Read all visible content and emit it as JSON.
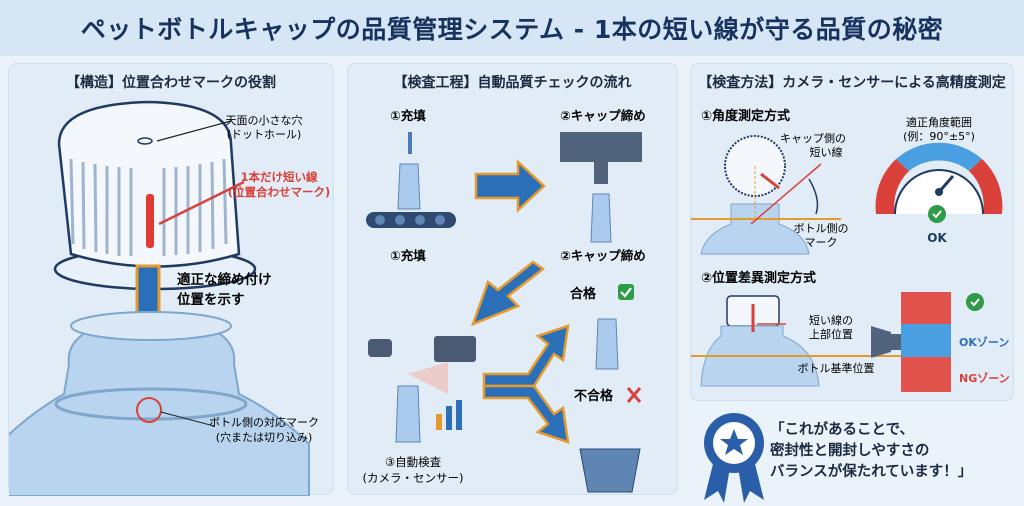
{
  "title": "ペットボトルキャップの品質管理システム - 1本の短い線が守る品質の秘密",
  "structure": {
    "heading": "【構造】位置合わせマークの役割",
    "top_hole_1": "天面の小さな穴",
    "top_hole_2": "(ドットホール)",
    "short_line_1": "1本だけ短い線",
    "short_line_2": "(位置合わせマーク)",
    "indicate_1": "適正な締め付け",
    "indicate_2": "位置を示す",
    "bottle_mark_1": "ボトル側の対応マーク",
    "bottle_mark_2": "(穴または切り込み)"
  },
  "process": {
    "heading": "【検査工程】自動品質チェックの流れ",
    "step1_top": "①充填",
    "step2_top": "②キャップ締め",
    "step1_bottom": "①充填",
    "step2_bottom": "②キャップ締め",
    "step3_1": "③自動検査",
    "step3_2": "(カメラ・センサー)",
    "pass": "合格",
    "fail": "不合格"
  },
  "method": {
    "heading": "【検査方法】カメラ・センサーによる高精度測定",
    "angle_title": "①角度測定方式",
    "cap_line_1": "キャップ側の",
    "cap_line_2": "短い線",
    "bottle_mark_1": "ボトル側の",
    "bottle_mark_2": "マーク",
    "range_1": "適正角度範囲",
    "range_2": "(例：90°±5°)",
    "ok": "OK",
    "position_title": "②位置差異測定方式",
    "top_pos_1": "短い線の",
    "top_pos_2": "上部位置",
    "base_pos": "ボトル基準位置",
    "ok_zone": "OKゾーン",
    "ng_zone": "NGゾーン"
  },
  "quote": {
    "line1": "「これがあることで、",
    "line2": "密封性と開封しやすさの",
    "line3": "バランスが保たれています！」"
  },
  "colors": {
    "navy": "#16325e",
    "red": "#d9413a",
    "blue": "#2a6fb8",
    "orange": "#e59a2e",
    "green": "#2e9b48"
  }
}
